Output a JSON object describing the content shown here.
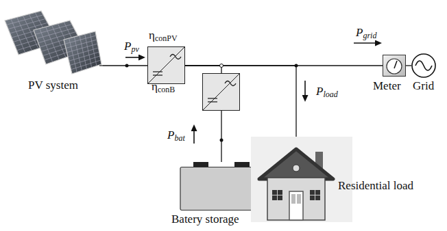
{
  "diagram": {
    "nodes": [
      {
        "text": [
          "PV system"
        ]
      },
      {
        "text": [
          "ηconPV"
        ]
      },
      {
        "text": [
          "ηconB"
        ]
      },
      {
        "text": [
          "Batery storage"
        ]
      },
      {
        "text": [
          "Residential load"
        ]
      },
      {
        "text": [
          "Meter"
        ]
      },
      {
        "text": [
          "Grid"
        ]
      }
    ],
    "edges": [
      {
        "from": 0,
        "to": 1,
        "label": "Ppv",
        "arrow": "none"
      },
      {
        "from": 1,
        "to": 5,
        "label": "Pgrid",
        "arrow": "none"
      },
      {
        "from": 2,
        "to": 1,
        "arrow": "none"
      },
      {
        "from": 3,
        "to": 2,
        "label": "Pbat",
        "arrow": "none"
      },
      {
        "from": 1,
        "to": 4,
        "label": "Pload",
        "arrow": "none"
      },
      {
        "from": 5,
        "to": 6,
        "arrow": "none"
      }
    ]
  }
}
